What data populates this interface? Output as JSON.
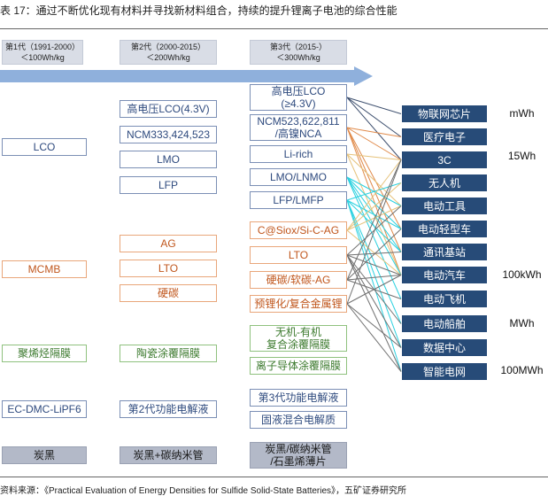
{
  "title": "表 17：通过不断优化现有材料并寻找新材料组合，持续的提升锂离子电池的综合性能",
  "generations": [
    {
      "line1": "第1代（1991-2000）",
      "line2": "＜100Wh/kg"
    },
    {
      "line1": "第2代（2000-2015）",
      "line2": "＜200Wh/kg"
    },
    {
      "line1": "第3代（2015-）",
      "line2": "＜300Wh/kg"
    }
  ],
  "gen1": {
    "cathode": "LCO",
    "anode": "MCMB",
    "separator": "聚烯烃隔膜",
    "electrolyte": "EC-DMC-LiPF6",
    "conductive": "炭黑"
  },
  "gen2": {
    "cathode": [
      "高电压LCO(4.3V)",
      "NCM333,424,523",
      "LMO",
      "LFP"
    ],
    "anode": [
      "AG",
      "LTO",
      "硬碳"
    ],
    "separator": "陶瓷涂覆隔膜",
    "electrolyte": "第2代功能电解液",
    "conductive": "炭黑+碳纳米管"
  },
  "gen3": {
    "cathode": [
      {
        "l1": "高电压LCO",
        "l2": "(≥4.3V)"
      },
      {
        "l1": "NCM523,622,811",
        "l2": "/高镍NCA"
      },
      {
        "l1": "Li-rich",
        "l2": ""
      },
      {
        "l1": "LMO/LNMO",
        "l2": ""
      },
      {
        "l1": "LFP/LMFP",
        "l2": ""
      }
    ],
    "anode": [
      "C@Siox/Si-C-AG",
      "LTO",
      "硬碳/软碳-AG",
      "预锂化/复合金属锂"
    ],
    "separator": [
      {
        "l1": "无机-有机",
        "l2": "复合涂覆隔膜"
      },
      {
        "l1": "离子导体涂覆隔膜",
        "l2": ""
      }
    ],
    "electrolyte": [
      "第3代功能电解液",
      "固液混合电解质"
    ],
    "conductive": {
      "l1": "炭黑/碳纳米管",
      "l2": "/石墨烯薄片"
    }
  },
  "applications": [
    "物联网芯片",
    "医疗电子",
    "3C",
    "无人机",
    "电动工具",
    "电动轻型车",
    "通讯基站",
    "电动汽车",
    "电动飞机",
    "电动船舶",
    "数据中心",
    "智能电网"
  ],
  "energy_scale": [
    "mWh",
    "15Wh",
    "100kWh",
    "MWh",
    "100MWh"
  ],
  "source": "资料来源：《Practical Evaluation of Energy Densities for Sulfide Solid-State Batteries》，五矿证券研究所",
  "colors": {
    "arrow": "#8fb0dc",
    "app_fill": "#274b78",
    "cathode": "#2e4a7e",
    "anode": "#c0561c",
    "separator": "#3c7a2e",
    "line_dark": "#3d4f6e",
    "line_orange": "#e08a4a",
    "line_gold": "#e6c27a",
    "line_cyan": "#2ad1e0",
    "line_gray": "#707070"
  }
}
